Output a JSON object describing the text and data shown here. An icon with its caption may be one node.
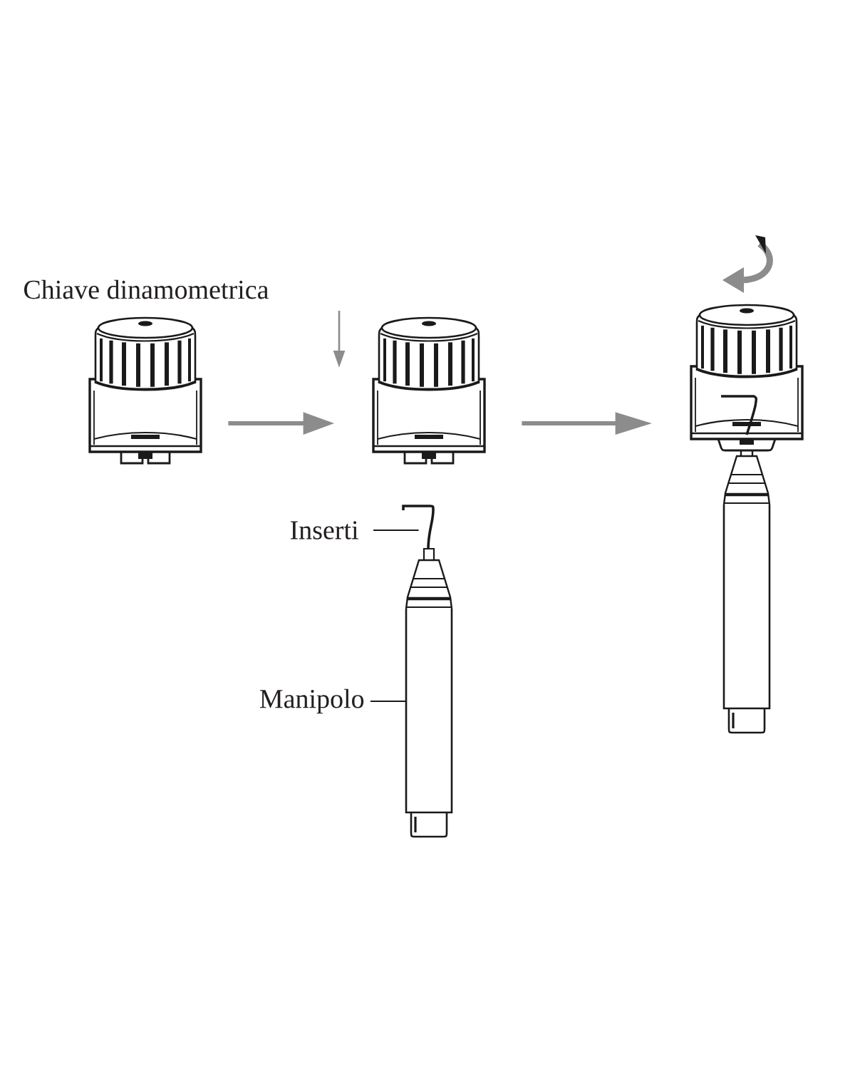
{
  "diagram": {
    "nodes": [
      {
        "text": [],
        "shape": "picture",
        "beside": [
          "Chiave dinamometrica"
        ]
      },
      {
        "text": [],
        "shape": "picture"
      },
      {
        "text": [],
        "shape": "picture"
      },
      {
        "text": [
          "Inserti"
        ]
      },
      {
        "text": [],
        "shape": "picture"
      },
      {
        "text": [
          "Manipolo"
        ]
      },
      {
        "text": [],
        "shape": "picture"
      }
    ],
    "edges": [
      {
        "from": 0,
        "to": 1,
        "arrow": "to",
        "style": "thick",
        "color": "#8c8c8c"
      },
      {
        "from": 1,
        "to": 2,
        "arrow": "to",
        "style": "thick",
        "color": "#8c8c8c"
      },
      {
        "from": 3,
        "to": 4,
        "arrow": "none",
        "color": "#1a1a1a"
      },
      {
        "from": 5,
        "to": 6,
        "arrow": "none",
        "color": "#1a1a1a"
      }
    ]
  }
}
